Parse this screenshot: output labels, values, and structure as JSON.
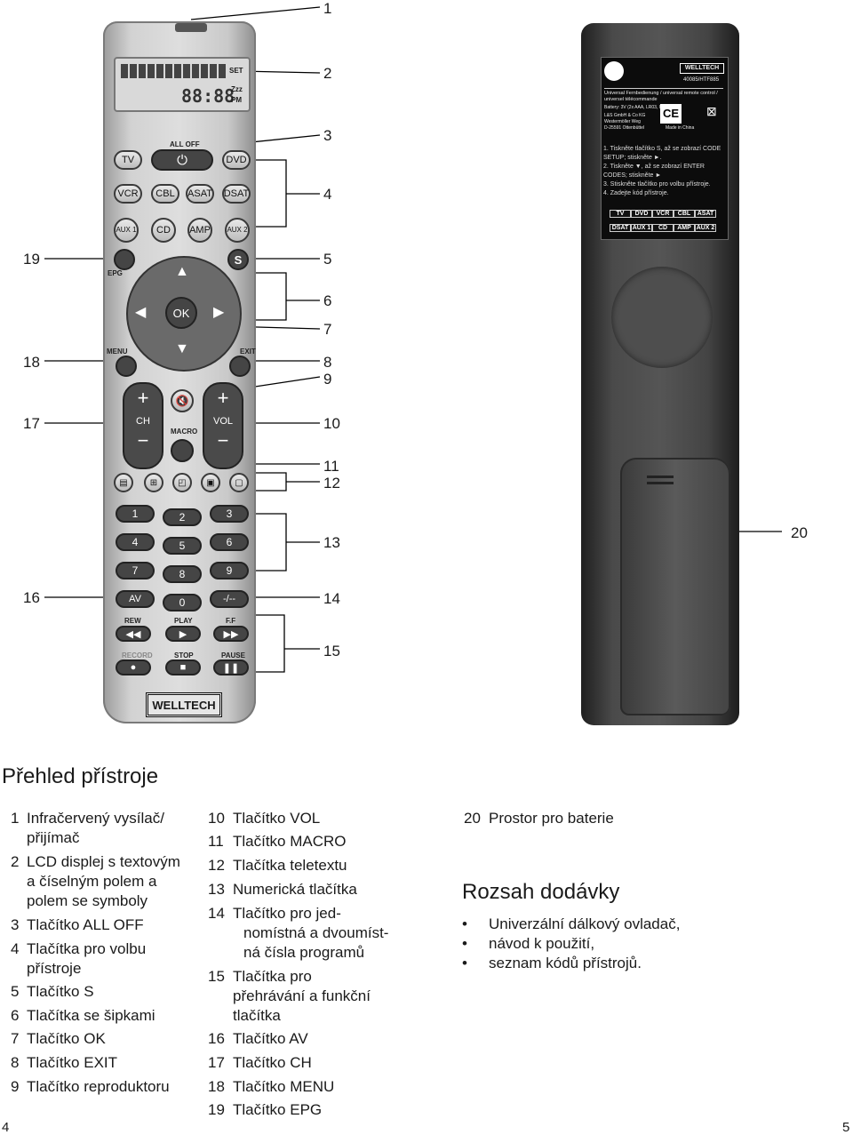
{
  "callouts": {
    "c1": "1",
    "c2": "2",
    "c3": "3",
    "c4": "4",
    "c5": "5",
    "c6": "6",
    "c7": "7",
    "c8": "8",
    "c9": "9",
    "c10": "10",
    "c11": "11",
    "c12": "12",
    "c13": "13",
    "c14": "14",
    "c15": "15",
    "c16": "16",
    "c17": "17",
    "c18": "18",
    "c19": "19",
    "c20": "20"
  },
  "remote": {
    "lcd_set": "SET",
    "lcd_time": "88:88",
    "lcd_zzz": "Zzz",
    "lcd_pm": "PM",
    "all_off": "ALL OFF",
    "tv": "TV",
    "dvd": "DVD",
    "vcr": "VCR",
    "cbl": "CBL",
    "asat": "ASAT",
    "dsat": "DSAT",
    "aux1": "AUX 1",
    "cd": "CD",
    "amp": "AMP",
    "aux2": "AUX 2",
    "epg": "EPG",
    "s": "S",
    "ok": "OK",
    "menu": "MENU",
    "exit": "EXIT",
    "ch": "CH",
    "vol": "VOL",
    "macro": "MACRO",
    "n1": "1",
    "n2": "2",
    "n3": "3",
    "n4": "4",
    "n5": "5",
    "n6": "6",
    "n7": "7",
    "n8": "8",
    "n9": "9",
    "av": "AV",
    "n0": "0",
    "dash": "-/--",
    "rew": "REW",
    "play": "PLAY",
    "ff": "F.F",
    "record": "RECORD",
    "stop": "STOP",
    "pause": "PAUSE",
    "brand": "WELLTECH"
  },
  "back_label": {
    "brand": "WELLTECH",
    "model": "40085/HTF885",
    "desc": "Universal Fernbedienung / universal remote control / universel télécommande",
    "battery": "Battery: 3V (2x AAA, LR03, UM4)",
    "company": "L&S GmbH & Co KG",
    "street": "Westermöller Weg",
    "city": "D-25591 Ottenbüttel",
    "made": "Made in China",
    "ce": "CE",
    "step1": "1. Tiskněte tlačítko S, až se zobrazí CODE SETUP; stiskněte ►.",
    "step2": "2. Tiskněte ▼, až se zobrazí ENTER CODES; stiskněte ►",
    "step3": "3. Stiskněte tlačítko pro volbu přístroje.",
    "step4": "4. Zadejte kód přístroje.",
    "row1": [
      "TV",
      "DVD",
      "VCR",
      "CBL",
      "ASAT"
    ],
    "row2": [
      "DSAT",
      "AUX 1",
      "CD",
      "AMP",
      "AUX 2"
    ]
  },
  "overview": {
    "title": "Přehled přístroje",
    "col1": [
      {
        "n": "1",
        "t1": "Infračervený vysílač/",
        "t2": "přijímač"
      },
      {
        "n": "2",
        "t1": "LCD displej s textovým",
        "t2": "a číselným polem a",
        "t3": "polem se symboly"
      },
      {
        "n": "3",
        "t1": "Tlačítko ALL OFF"
      },
      {
        "n": "4",
        "t1": "Tlačítka pro volbu",
        "t2": "přístroje"
      },
      {
        "n": "5",
        "t1": "Tlačítko S"
      },
      {
        "n": "6",
        "t1": "Tlačítka se šipkami"
      },
      {
        "n": "7",
        "t1": "Tlačítko OK"
      },
      {
        "n": "8",
        "t1": "Tlačítko EXIT"
      },
      {
        "n": "9",
        "t1": "Tlačítko reproduktoru"
      }
    ],
    "col2": [
      {
        "n": "10",
        "t1": "Tlačítko VOL"
      },
      {
        "n": "11",
        "t1": "Tlačítko MACRO"
      },
      {
        "n": "12",
        "t1": "Tlačítka teletextu"
      },
      {
        "n": "13",
        "t1": "Numerická tlačítka"
      },
      {
        "n": "14",
        "t1": "Tlačítko pro jed-",
        "t2": "nomístná a dvoumíst-",
        "t3": "ná čísla programů"
      },
      {
        "n": "15",
        "t1": "Tlačítka pro",
        "t2": "přehrávání a funkční",
        "t3": "tlačítka"
      },
      {
        "n": "16",
        "t1": "Tlačítko AV"
      },
      {
        "n": "17",
        "t1": "Tlačítko CH"
      },
      {
        "n": "18",
        "t1": "Tlačítko MENU"
      },
      {
        "n": "19",
        "t1": "Tlačítko EPG"
      }
    ],
    "col3": {
      "n": "20",
      "t1": "Prostor pro baterie"
    }
  },
  "delivery": {
    "title": "Rozsah dodávky",
    "items": [
      "Univerzální dálkový ovladač,",
      "návod k použití,",
      "seznam kódů přístrojů."
    ]
  },
  "page_left": "4",
  "page_right": "5"
}
